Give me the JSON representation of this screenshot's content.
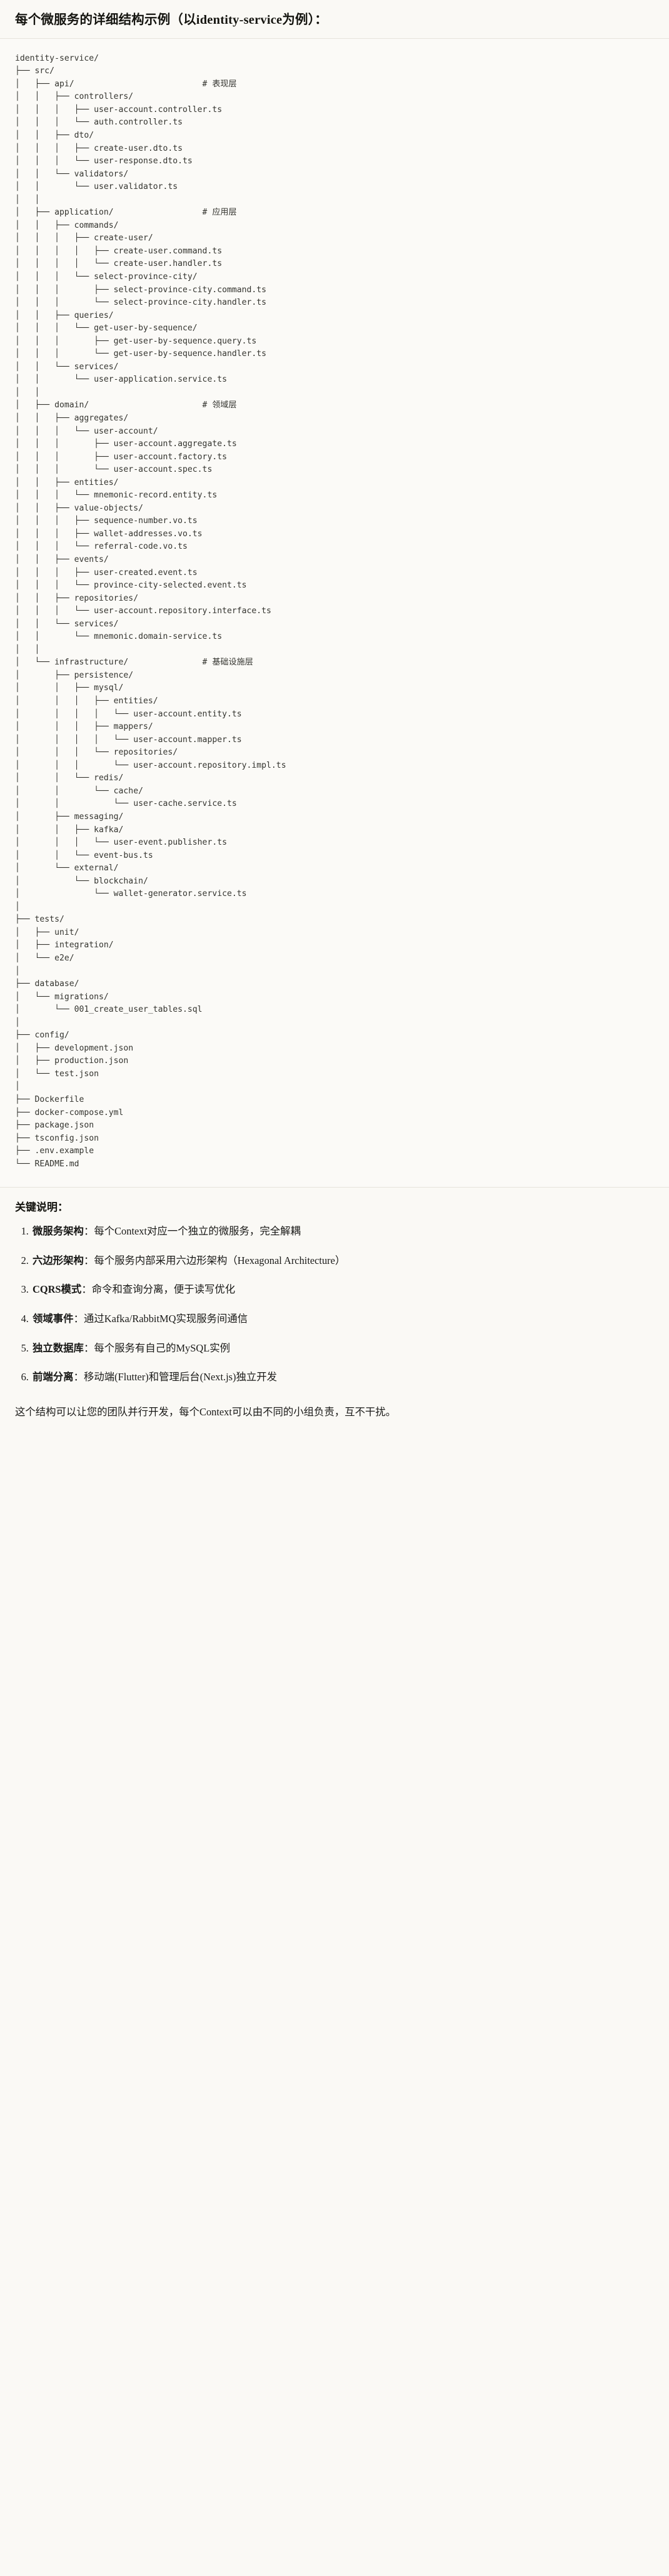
{
  "header": {
    "title": "每个微服务的详细结构示例（以identity-service为例）："
  },
  "tree": {
    "root": "identity-service/",
    "text": "identity-service/\n├── src/\n│   ├── api/                          # 表现层\n│   │   ├── controllers/\n│   │   │   ├── user-account.controller.ts\n│   │   │   └── auth.controller.ts\n│   │   ├── dto/\n│   │   │   ├── create-user.dto.ts\n│   │   │   └── user-response.dto.ts\n│   │   └── validators/\n│   │       └── user.validator.ts\n│   │\n│   ├── application/                  # 应用层\n│   │   ├── commands/\n│   │   │   ├── create-user/\n│   │   │   │   ├── create-user.command.ts\n│   │   │   │   └── create-user.handler.ts\n│   │   │   └── select-province-city/\n│   │   │       ├── select-province-city.command.ts\n│   │   │       └── select-province-city.handler.ts\n│   │   ├── queries/\n│   │   │   └── get-user-by-sequence/\n│   │   │       ├── get-user-by-sequence.query.ts\n│   │   │       └── get-user-by-sequence.handler.ts\n│   │   └── services/\n│   │       └── user-application.service.ts\n│   │\n│   ├── domain/                       # 领域层\n│   │   ├── aggregates/\n│   │   │   └── user-account/\n│   │   │       ├── user-account.aggregate.ts\n│   │   │       ├── user-account.factory.ts\n│   │   │       └── user-account.spec.ts\n│   │   ├── entities/\n│   │   │   └── mnemonic-record.entity.ts\n│   │   ├── value-objects/\n│   │   │   ├── sequence-number.vo.ts\n│   │   │   ├── wallet-addresses.vo.ts\n│   │   │   └── referral-code.vo.ts\n│   │   ├── events/\n│   │   │   ├── user-created.event.ts\n│   │   │   └── province-city-selected.event.ts\n│   │   ├── repositories/\n│   │   │   └── user-account.repository.interface.ts\n│   │   └── services/\n│   │       └── mnemonic.domain-service.ts\n│   │\n│   └── infrastructure/               # 基础设施层\n│       ├── persistence/\n│       │   ├── mysql/\n│       │   │   ├── entities/\n│       │   │   │   └── user-account.entity.ts\n│       │   │   ├── mappers/\n│       │   │   │   └── user-account.mapper.ts\n│       │   │   └── repositories/\n│       │   │       └── user-account.repository.impl.ts\n│       │   └── redis/\n│       │       └── cache/\n│       │           └── user-cache.service.ts\n│       ├── messaging/\n│       │   ├── kafka/\n│       │   │   └── user-event.publisher.ts\n│       │   └── event-bus.ts\n│       └── external/\n│           └── blockchain/\n│               └── wallet-generator.service.ts\n│\n├── tests/\n│   ├── unit/\n│   ├── integration/\n│   └── e2e/\n│\n├── database/\n│   └── migrations/\n│       └── 001_create_user_tables.sql\n│\n├── config/\n│   ├── development.json\n│   ├── production.json\n│   └── test.json\n│\n├── Dockerfile\n├── docker-compose.yml\n├── package.json\n├── tsconfig.json\n├── .env.example\n└── README.md",
    "layer_comments": [
      "# 表现层",
      "# 应用层",
      "# 领域层",
      "# 基础设施层"
    ]
  },
  "keys": {
    "title": "关键说明：",
    "items": [
      {
        "term": "微服务架构",
        "sep": "：",
        "desc": "每个Context对应一个独立的微服务，完全解耦"
      },
      {
        "term": "六边形架构",
        "sep": "：",
        "desc": "每个服务内部采用六边形架构（Hexagonal Architecture）"
      },
      {
        "term": "CQRS模式",
        "sep": "：",
        "desc": "命令和查询分离，便于读写优化"
      },
      {
        "term": "领域事件",
        "sep": "：",
        "desc": "通过Kafka/RabbitMQ实现服务间通信"
      },
      {
        "term": "独立数据库",
        "sep": "：",
        "desc": "每个服务有自己的MySQL实例"
      },
      {
        "term": "前端分离",
        "sep": "：",
        "desc": "移动端(Flutter)和管理后台(Next.js)独立开发"
      }
    ]
  },
  "closing": {
    "text": "这个结构可以让您的团队并行开发，每个Context可以由不同的小组负责，互不干扰。"
  },
  "colors": {
    "page_bg": "#faf9f5",
    "code_bg": "#fbfaf7",
    "divider": "#e6e3dc",
    "text": "#1a1a18",
    "code_text": "#34342f"
  }
}
